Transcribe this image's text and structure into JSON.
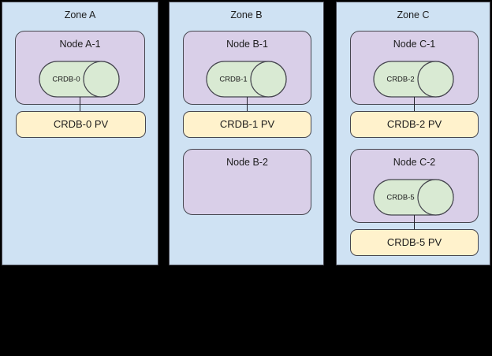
{
  "diagram": {
    "type": "architecture-diagram",
    "title": "",
    "background_color": "#000000",
    "colors": {
      "zone_fill": "#cfe2f3",
      "node_fill": "#d9cfe8",
      "database_fill": "#d9ead3",
      "pv_fill": "#fff2cc",
      "stroke": "#46464f",
      "text": "#1c1c1c"
    }
  },
  "zones": [
    {
      "id": "zone-a",
      "label": "Zone A",
      "nodes": [
        {
          "id": "node-a-1",
          "label": "Node A-1",
          "database": {
            "id": "crdb-0",
            "label": "CRDB-0"
          },
          "volume": {
            "id": "crdb-0-pv",
            "label": "CRDB-0 PV"
          }
        }
      ]
    },
    {
      "id": "zone-b",
      "label": "Zone B",
      "nodes": [
        {
          "id": "node-b-1",
          "label": "Node B-1",
          "database": {
            "id": "crdb-1",
            "label": "CRDB-1"
          },
          "volume": {
            "id": "crdb-1-pv",
            "label": "CRDB-1 PV"
          }
        },
        {
          "id": "node-b-2",
          "label": "Node B-2",
          "database": null,
          "volume": null
        }
      ]
    },
    {
      "id": "zone-c",
      "label": "Zone C",
      "nodes": [
        {
          "id": "node-c-1",
          "label": "Node C-1",
          "database": {
            "id": "crdb-2",
            "label": "CRDB-2"
          },
          "volume": {
            "id": "crdb-2-pv",
            "label": "CRDB-2 PV"
          }
        },
        {
          "id": "node-c-2",
          "label": "Node C-2",
          "database": {
            "id": "crdb-5",
            "label": "CRDB-5"
          },
          "volume": {
            "id": "crdb-5-pv",
            "label": "CRDB-5 PV"
          }
        }
      ]
    }
  ]
}
